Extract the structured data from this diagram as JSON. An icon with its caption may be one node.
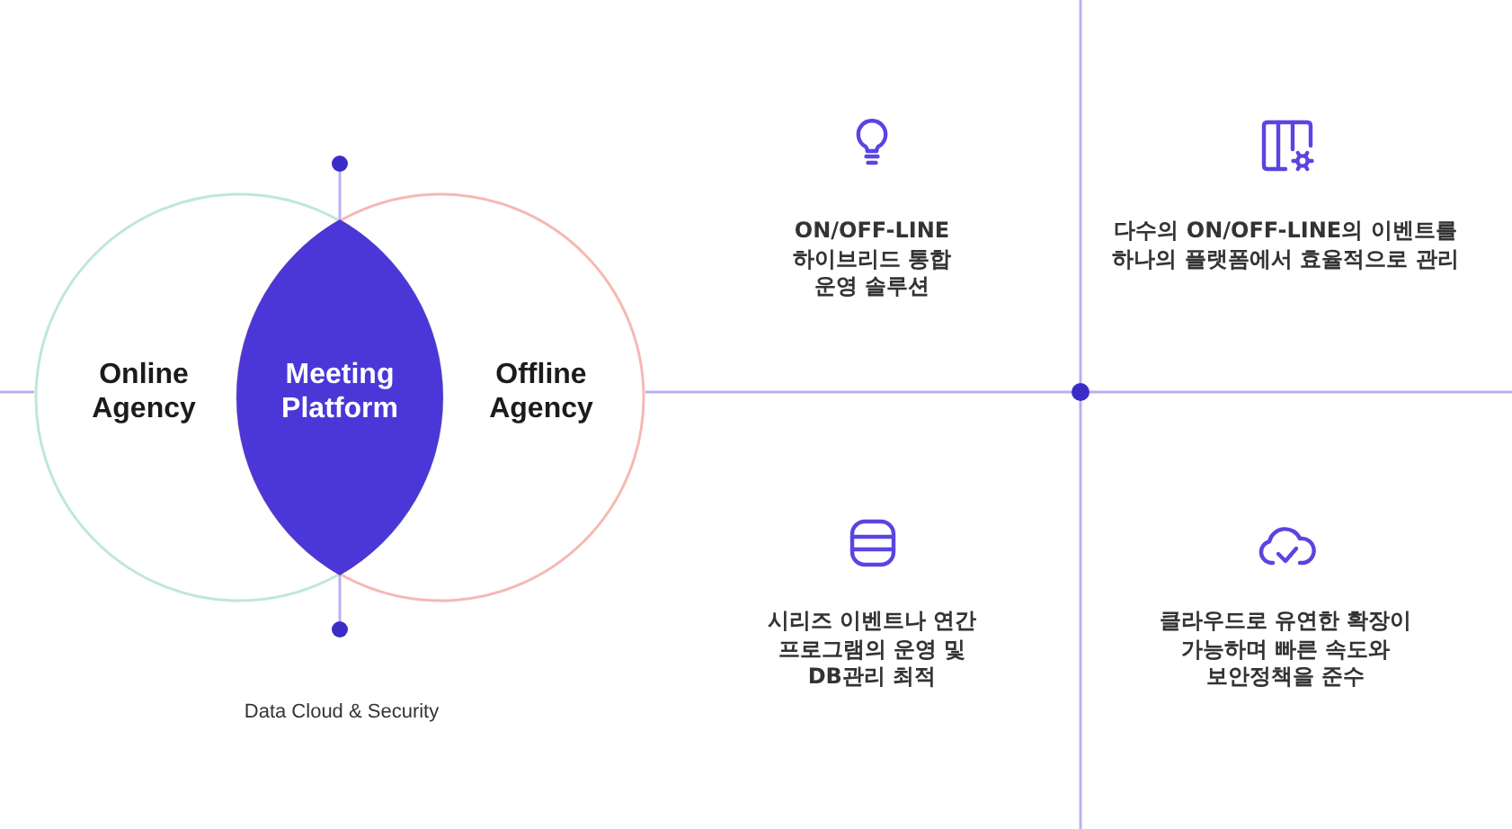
{
  "diagram": {
    "nodes": [
      {
        "text": [
          "Online Agency"
        ]
      },
      {
        "text": [
          "Meeting Platform"
        ]
      },
      {
        "text": [
          "Offline Agency"
        ]
      }
    ],
    "edges": [
      {
        "from": null,
        "to": 1,
        "arrow": "other"
      },
      {
        "from": 1,
        "to": null,
        "arrow": "other"
      }
    ],
    "labels": [
      "ON/OFF-LINE 하이브리드 통합 운영 솔루션",
      "다수의 ON/OFF-LINE의 이벤트를 하나의 플랫폼에서 효율적으로 관리",
      "시리즈 이벤트나 연간 프로그램의 운영 및 DB관리 최적",
      "클라우드로 유연한 확장이 가능하며 빠른 속도와 보안정책을 준수",
      "Data Cloud & Security"
    ]
  }
}
